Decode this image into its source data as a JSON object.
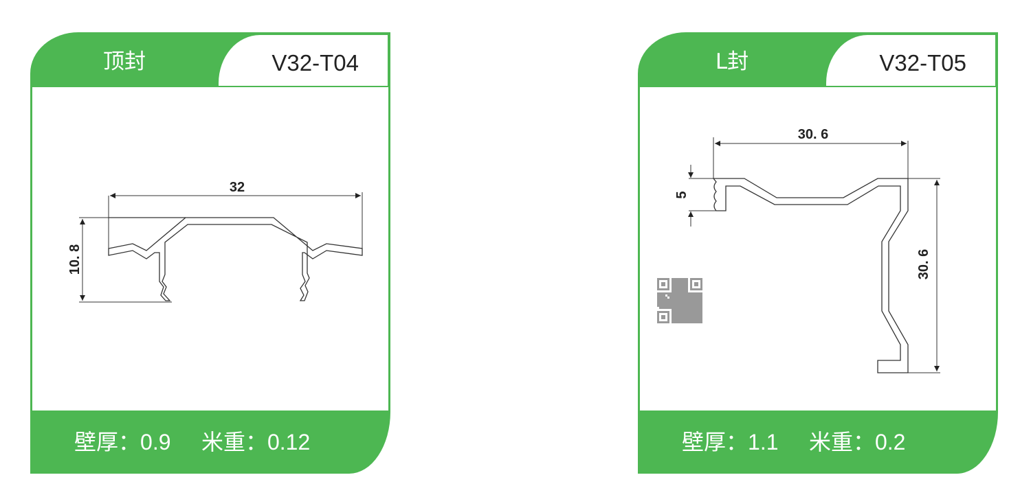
{
  "cards": [
    {
      "title": "顶封",
      "code": "V32-T04",
      "wall_label": "壁厚：",
      "wall": "0.9",
      "weight_label": "米重：",
      "weight": "0.12",
      "dims": {
        "width": "32",
        "height": "10. 8"
      }
    },
    {
      "title": "L封",
      "code": "V32-T05",
      "wall_label": "壁厚：",
      "wall": "1.1",
      "weight_label": "米重：",
      "weight": "0.2",
      "dims": {
        "width": "30. 6",
        "height": "30. 6",
        "lip": "5"
      }
    }
  ],
  "colors": {
    "accent": "#4db752"
  }
}
